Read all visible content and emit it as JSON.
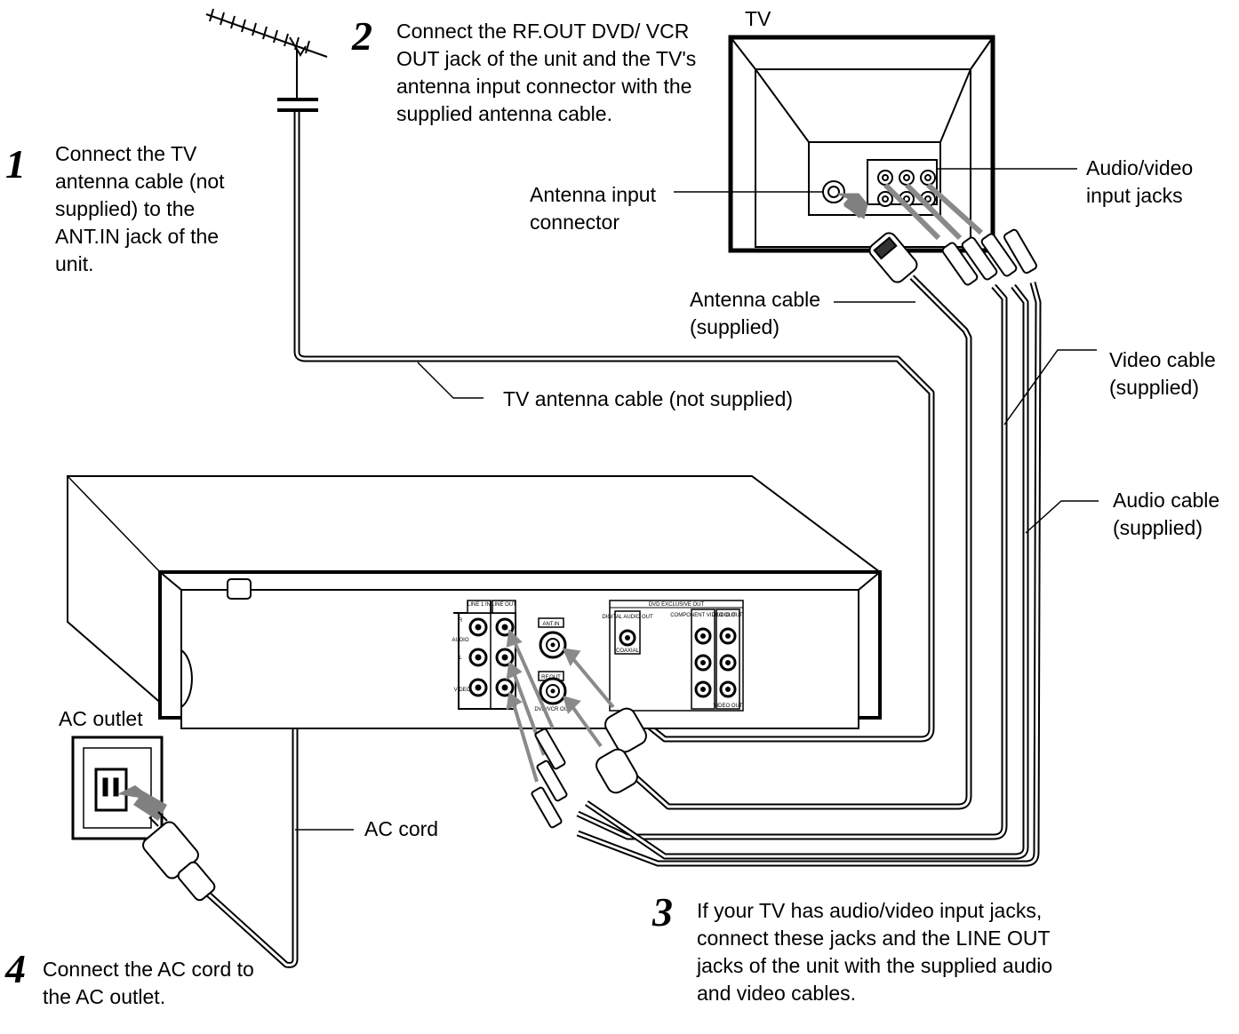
{
  "steps": [
    {
      "number": "1",
      "text": "Connect the TV antenna cable (not supplied) to the ANT.IN jack of the unit."
    },
    {
      "number": "2",
      "text": "Connect the RF.OUT DVD/ VCR OUT jack of the unit and the TV's antenna input connector with the supplied antenna cable."
    },
    {
      "number": "3",
      "text": "If your TV has audio/video input jacks, connect these jacks and the LINE OUT jacks of the unit with the supplied audio and video cables."
    },
    {
      "number": "4",
      "text": "Connect the AC cord to the AC outlet."
    }
  ],
  "labels": {
    "tv": "TV",
    "antenna_input_connector": "Antenna input connector",
    "audio_video_input_jacks": "Audio/video input jacks",
    "antenna_cable_supplied": "Antenna cable (supplied)",
    "tv_antenna_cable": "TV antenna cable (not supplied)",
    "video_cable": "Video cable (supplied)",
    "audio_cable": "Audio cable (supplied)",
    "ac_outlet": "AC outlet",
    "ac_cord": "AC cord"
  },
  "panel": {
    "line1_in": "LINE 1 IN",
    "line_out": "LINE OUT",
    "audio": "AUDIO",
    "video": "VIDEO",
    "r": "R",
    "l": "L",
    "ant_in": "ANT.IN",
    "rf_out": "RF.OUT",
    "dvd_vcr_out": "DVD/VCR OUT",
    "dvd_exclusive_out": "DVD EXCLUSIVE OUT",
    "digital_audio_out": "DIGITAL AUDIO OUT",
    "coaxial": "COAXIAL",
    "component_video_out": "COMPONENT VIDEO OUT",
    "audio_out": "AUDIO OUT",
    "video_out": "VIDEO OUT"
  }
}
